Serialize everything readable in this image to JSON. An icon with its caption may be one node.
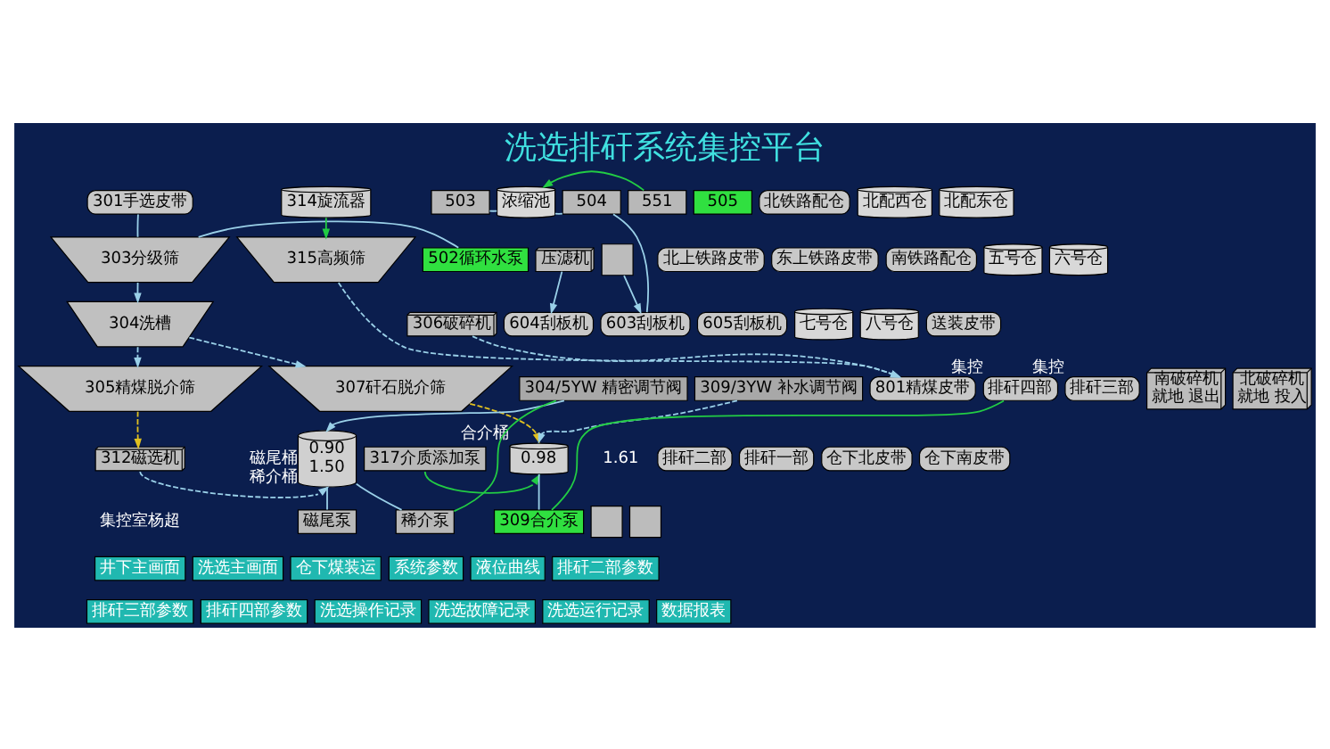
{
  "diagram": {
    "title": "洗选排矸系统集控平台",
    "nodes": [
      {
        "text": [
          "301手选皮带"
        ]
      },
      {
        "text": [
          "303分级筛"
        ]
      },
      {
        "text": [
          "314旋流器"
        ]
      },
      {
        "text": [
          "315高频筛"
        ]
      },
      {
        "text": [
          "304洗槽"
        ]
      },
      {
        "text": [
          "502循环水泵"
        ]
      },
      {
        "text": [
          "305精煤脱介筛"
        ]
      },
      {
        "text": [
          "307矸石脱介筛"
        ]
      },
      {
        "text": [
          "306破碎机"
        ]
      },
      {
        "text": [
          "304/5YW 精密调节阀"
        ]
      },
      {
        "text": [
          "312磁选机"
        ]
      },
      {
        "text": [
          "309/3YW 补水调节阀"
        ]
      },
      {
        "text": [
          "801精煤皮带"
        ]
      },
      {
        "text": [
          "0.90",
          "1.50"
        ],
        "beside": [
          "磁尾桶",
          "稀介桶"
        ]
      },
      {
        "text": [
          "磁尾泵"
        ]
      },
      {
        "text": [
          "稀介泵"
        ]
      },
      {
        "text": [
          "317介质添加泵"
        ]
      },
      {
        "text": [
          "0.98"
        ],
        "beside": [
          "合介桶"
        ]
      },
      {
        "text": [
          "309合介泵"
        ]
      },
      {
        "text": [
          "503"
        ]
      },
      {
        "text": [
          "浓缩池"
        ]
      },
      {
        "text": [
          "504"
        ]
      },
      {
        "text": [
          "551"
        ]
      },
      {
        "text": [
          "505"
        ]
      },
      {
        "text": [
          "压滤机"
        ]
      },
      {
        "text": [],
        "shape": "box"
      },
      {
        "text": [
          "604刮板机"
        ]
      },
      {
        "text": [
          "603刮板机"
        ]
      },
      {
        "text": [
          "605刮板机"
        ]
      },
      {
        "text": [
          "排矸四部"
        ],
        "beside": [
          "集控"
        ]
      },
      {
        "text": [
          "排矸三部"
        ],
        "beside": [
          "集控"
        ]
      },
      {
        "text": [
          "南破碎机",
          "就地 退出"
        ]
      },
      {
        "text": [
          "北破碎机",
          "就地 投入"
        ]
      },
      {
        "text": [
          "排矸二部"
        ]
      },
      {
        "text": [
          "排矸一部"
        ]
      },
      {
        "text": [
          "北上铁路皮带"
        ]
      },
      {
        "text": [
          "东上铁路皮带"
        ]
      },
      {
        "text": [
          "北铁路配仓"
        ]
      },
      {
        "text": [
          "北配西仓"
        ]
      },
      {
        "text": [
          "北配东仓"
        ]
      },
      {
        "text": [
          "南铁路配仓"
        ]
      },
      {
        "text": [
          "五号仓"
        ]
      },
      {
        "text": [
          "六号仓"
        ]
      },
      {
        "text": [
          "七号仓"
        ]
      },
      {
        "text": [
          "八号仓"
        ]
      },
      {
        "text": [
          "送装皮带"
        ]
      },
      {
        "text": [
          "仓下北皮带"
        ]
      },
      {
        "text": [
          "仓下南皮带"
        ]
      },
      {
        "text": [],
        "shape": "box"
      },
      {
        "text": [],
        "shape": "box"
      }
    ],
    "edges": [
      {
        "from": 0,
        "to": 1,
        "arrow": "none"
      },
      {
        "from": 1,
        "to": 4,
        "arrow": "to"
      },
      {
        "from": 1,
        "to": 5,
        "arrow": "none"
      },
      {
        "from": 4,
        "to": 6,
        "arrow": "to",
        "style": "dashed"
      },
      {
        "from": 4,
        "to": 7,
        "arrow": "to",
        "style": "dashed"
      },
      {
        "from": 2,
        "to": 3,
        "arrow": "to",
        "color": "#22cc44"
      },
      {
        "from": 3,
        "to": 12,
        "arrow": "to",
        "style": "dashed"
      },
      {
        "from": 8,
        "to": 12,
        "arrow": "to",
        "style": "dashed"
      },
      {
        "from": 6,
        "to": 10,
        "arrow": "to",
        "style": "dashed",
        "color": "#e0c020"
      },
      {
        "from": 9,
        "to": 13,
        "arrow": "to"
      },
      {
        "from": 10,
        "to": 13,
        "arrow": "to",
        "style": "dashed"
      },
      {
        "from": 13,
        "to": 14,
        "arrow": "none"
      },
      {
        "from": 13,
        "to": 15,
        "arrow": "none"
      },
      {
        "from": 15,
        "to": 9,
        "arrow": "none",
        "color": "#22cc44"
      },
      {
        "from": 7,
        "to": 17,
        "arrow": "to",
        "style": "dashed",
        "color": "#e0c020"
      },
      {
        "from": 11,
        "to": 17,
        "arrow": "to",
        "style": "dashed"
      },
      {
        "from": 16,
        "to": 17,
        "arrow": "to",
        "color": "#22cc44"
      },
      {
        "from": 17,
        "to": 18,
        "arrow": "none"
      },
      {
        "from": 18,
        "to": 29,
        "arrow": "none",
        "color": "#22cc44"
      },
      {
        "from": 19,
        "to": 20,
        "arrow": "none"
      },
      {
        "from": 20,
        "to": 21,
        "arrow": "none"
      },
      {
        "from": 21,
        "to": 27,
        "arrow": "none"
      },
      {
        "from": 22,
        "to": 20,
        "arrow": "to",
        "color": "#22cc44"
      },
      {
        "from": 24,
        "to": 26,
        "arrow": "to"
      },
      {
        "from": 25,
        "to": 27,
        "arrow": "to"
      }
    ],
    "labels": [
      "集控室杨超",
      "1.61",
      "井下主画面",
      "洗选主画面",
      "仓下煤装运",
      "系统参数",
      "液位曲线",
      "排矸二部参数",
      "排矸三部参数",
      "排矸四部参数",
      "洗选操作记录",
      "洗选故障记录",
      "洗选运行记录",
      "数据报表"
    ]
  }
}
